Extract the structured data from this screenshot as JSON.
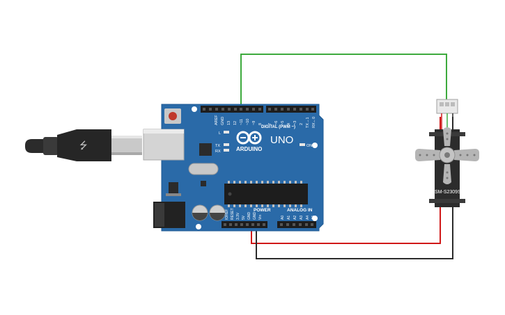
{
  "board": {
    "brand": "ARDUINO",
    "model": "UNO",
    "digital_label": "DIGITAL (PWM ~)",
    "power_label": "POWER",
    "analog_label": "ANALOG IN",
    "led_l": "L",
    "led_tx": "TX",
    "led_rx": "RX",
    "led_on": "ON",
    "aref": "AREF",
    "gnd": "GND",
    "d13": "13",
    "d12": "12",
    "d11": "~11",
    "d10": "~10",
    "d9": "~9",
    "d8": "8",
    "d7": "7",
    "d6": "~6",
    "d5": "~5",
    "d4": "4",
    "d3": "~3",
    "d2": "2",
    "tx1": "TX→1",
    "rx0": "RX←0",
    "ioref": "IOREF",
    "reset": "RESET",
    "p33v": "3.3V",
    "p5v": "5V",
    "pgnd1": "GND",
    "pgnd2": "GND",
    "vin": "Vin",
    "a0": "A0",
    "a1": "A1",
    "a2": "A2",
    "a3": "A3",
    "a4": "A4",
    "a5": "A5"
  },
  "servo": {
    "model": "SM-S2309S"
  },
  "colors": {
    "board": "#2a6aa8",
    "board_edge": "#1f5a93",
    "wire_signal": "#3daa3d",
    "wire_power": "#d01818",
    "wire_ground": "#2b2b2b",
    "usb_cable": "#2b2b2b",
    "servo_body": "#2c2c2c",
    "servo_horn": "#b5b5b5"
  }
}
